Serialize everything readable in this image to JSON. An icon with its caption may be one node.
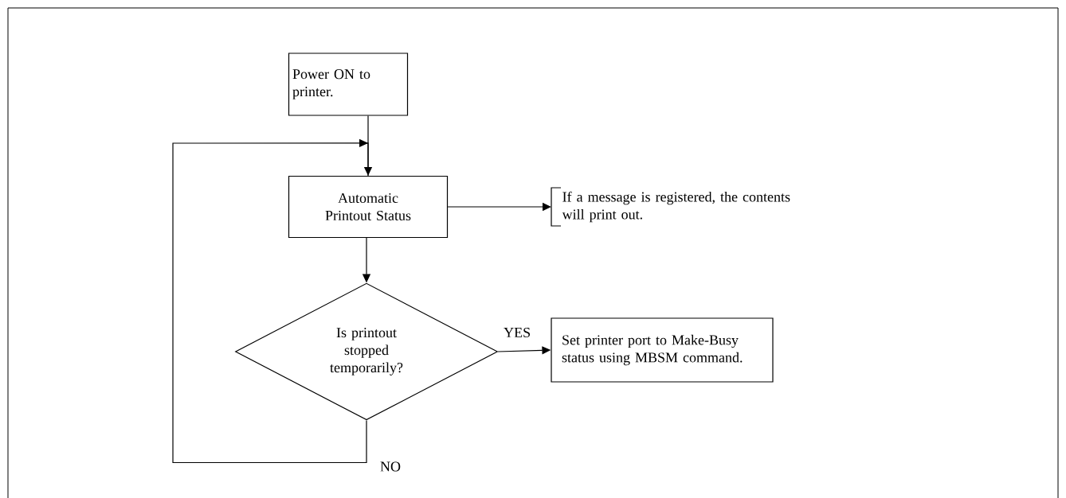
{
  "diagram": {
    "nodes": [
      {
        "text": [
          "Power ON to printer."
        ]
      },
      {
        "text": [
          "Automatic Printout Status"
        ]
      },
      {
        "text": [
          "If a message is registered, the contents will print out."
        ]
      },
      {
        "text": [
          "Is printout stopped temporarily?"
        ]
      },
      {
        "text": [
          "Set printer port to Make-Busy status using MBSM command."
        ]
      }
    ],
    "edges": [
      {
        "from": 0,
        "to": 1,
        "arrow": "to"
      },
      {
        "from": 1,
        "to": 2,
        "arrow": "to"
      },
      {
        "from": 1,
        "to": 3,
        "arrow": "to"
      },
      {
        "from": 3,
        "to": 4,
        "arrow": "to",
        "label": "YES"
      },
      {
        "from": 3,
        "to": 1,
        "arrow": "to",
        "label": "NO"
      }
    ]
  }
}
